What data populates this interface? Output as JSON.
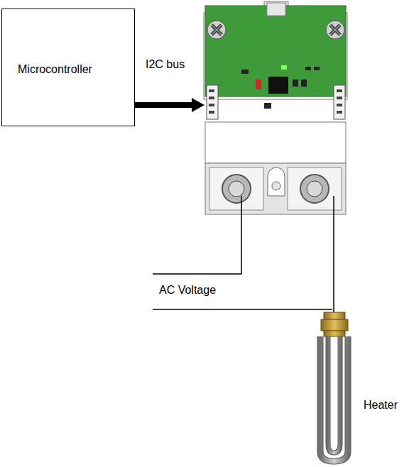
{
  "diagram": {
    "nodes": [
      {
        "text": [
          "Microcontroller"
        ]
      }
    ],
    "labels": [
      "I2C bus",
      "AC Voltage",
      "Heater"
    ]
  }
}
